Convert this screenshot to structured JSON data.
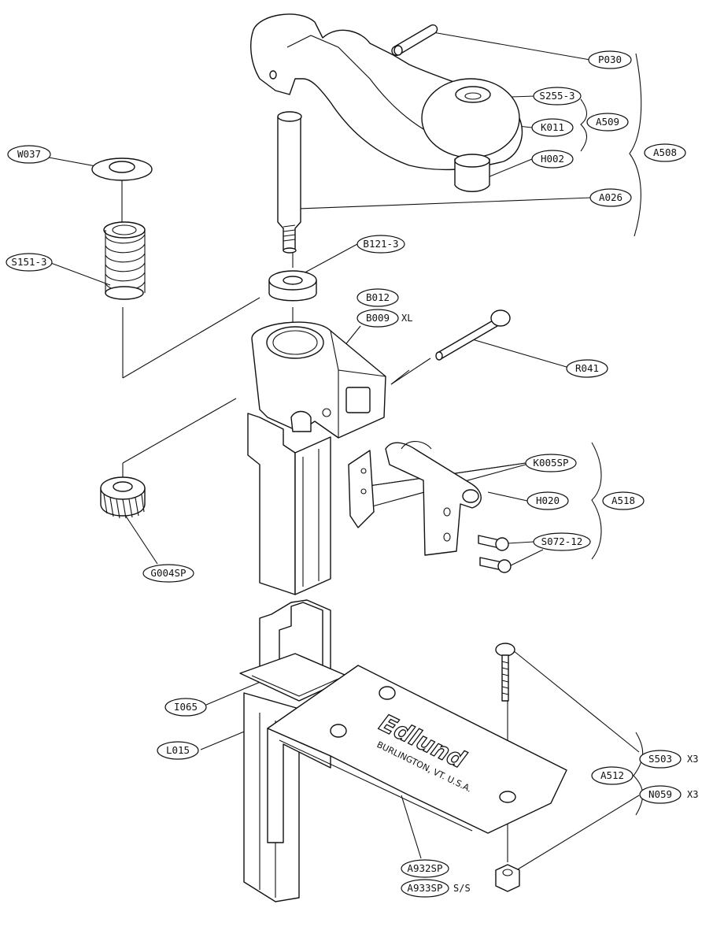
{
  "logo": {
    "brand": "Edlund",
    "location": "BURLINGTON, VT. U.S.A."
  },
  "callouts": [
    {
      "id": "W037",
      "label": "W037"
    },
    {
      "id": "S151-3",
      "label": "S151-3"
    },
    {
      "id": "P030",
      "label": "P030"
    },
    {
      "id": "S255-3",
      "label": "S255-3"
    },
    {
      "id": "K011",
      "label": "K011"
    },
    {
      "id": "A509",
      "label": "A509"
    },
    {
      "id": "H002",
      "label": "H002"
    },
    {
      "id": "A508",
      "label": "A508"
    },
    {
      "id": "A026",
      "label": "A026"
    },
    {
      "id": "B121-3",
      "label": "B121-3"
    },
    {
      "id": "B012",
      "label": "B012"
    },
    {
      "id": "B009",
      "label": "B009",
      "suffix": "XL"
    },
    {
      "id": "R041",
      "label": "R041"
    },
    {
      "id": "K005SP",
      "label": "K005SP"
    },
    {
      "id": "H020",
      "label": "H020"
    },
    {
      "id": "A518",
      "label": "A518"
    },
    {
      "id": "S072-12",
      "label": "S072-12"
    },
    {
      "id": "G004SP",
      "label": "G004SP"
    },
    {
      "id": "I065",
      "label": "I065"
    },
    {
      "id": "L015",
      "label": "L015"
    },
    {
      "id": "S503",
      "label": "S503",
      "suffix": "X3"
    },
    {
      "id": "A512",
      "label": "A512"
    },
    {
      "id": "N059",
      "label": "N059",
      "suffix": "X3"
    },
    {
      "id": "A932SP",
      "label": "A932SP"
    },
    {
      "id": "A933SP",
      "label": "A933SP",
      "suffix": "S/S"
    }
  ]
}
